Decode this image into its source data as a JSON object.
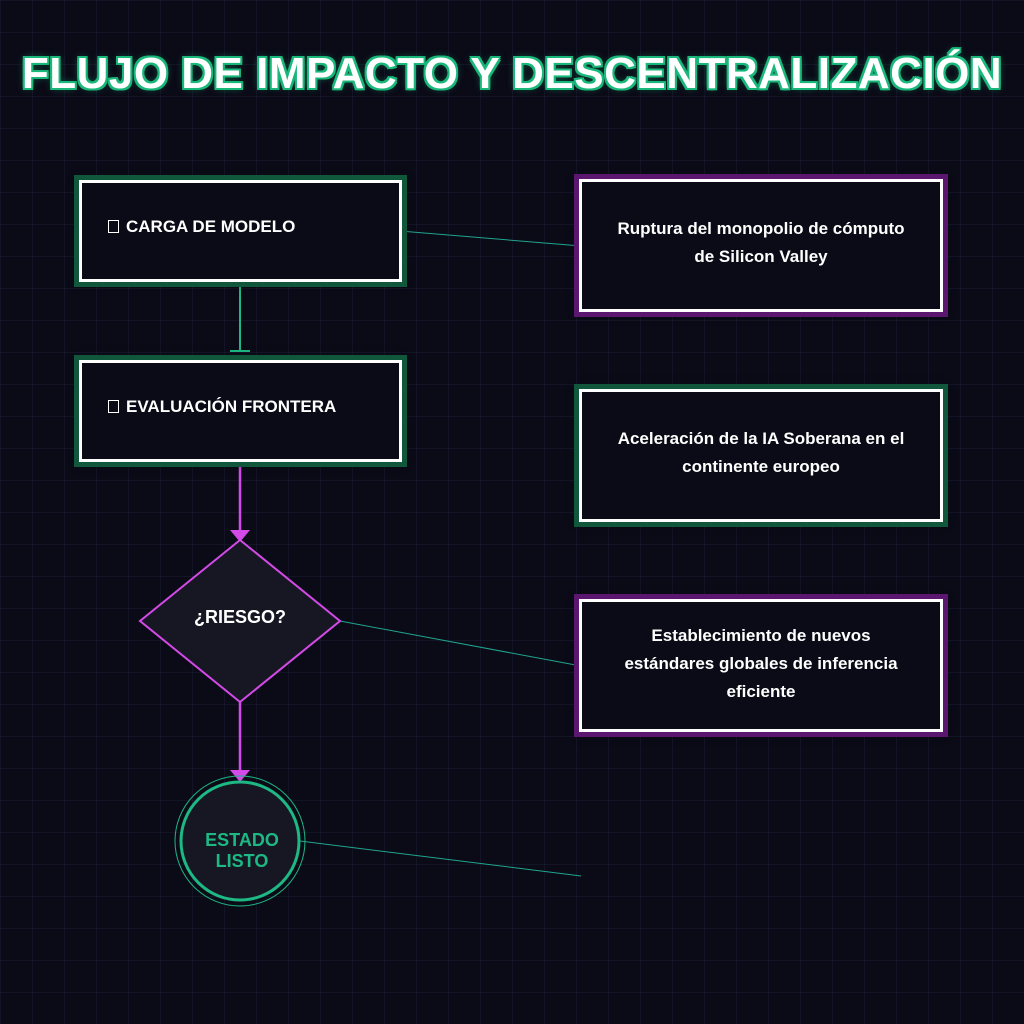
{
  "title": "FLUJO DE IMPACTO Y DESCENTRALIZACIÓN",
  "steps": [
    {
      "label": "CARGA DE MODELO",
      "icon": "box-glyph-icon"
    },
    {
      "label": "EVALUACIÓN FRONTERA",
      "icon": "box-glyph-icon"
    }
  ],
  "decision": {
    "label": "¿RIESGO?"
  },
  "end_state": {
    "line1": "ESTADO",
    "line2": "LISTO"
  },
  "impacts": [
    {
      "lines": [
        "Ruptura del monopolio de cómputo",
        "de Silicon Valley"
      ],
      "accent": "purple"
    },
    {
      "lines": [
        "Aceleración de la IA Soberana en el",
        "continente europeo"
      ],
      "accent": "green"
    },
    {
      "lines": [
        "Establecimiento de nuevos",
        "estándares globales de inferencia",
        "eficiente"
      ],
      "accent": "purple"
    }
  ],
  "colors": {
    "background": "#0b0b17",
    "green_accent": "#1db883",
    "purple_accent": "#d44ae8",
    "connector_teal": "#1fa58f"
  }
}
